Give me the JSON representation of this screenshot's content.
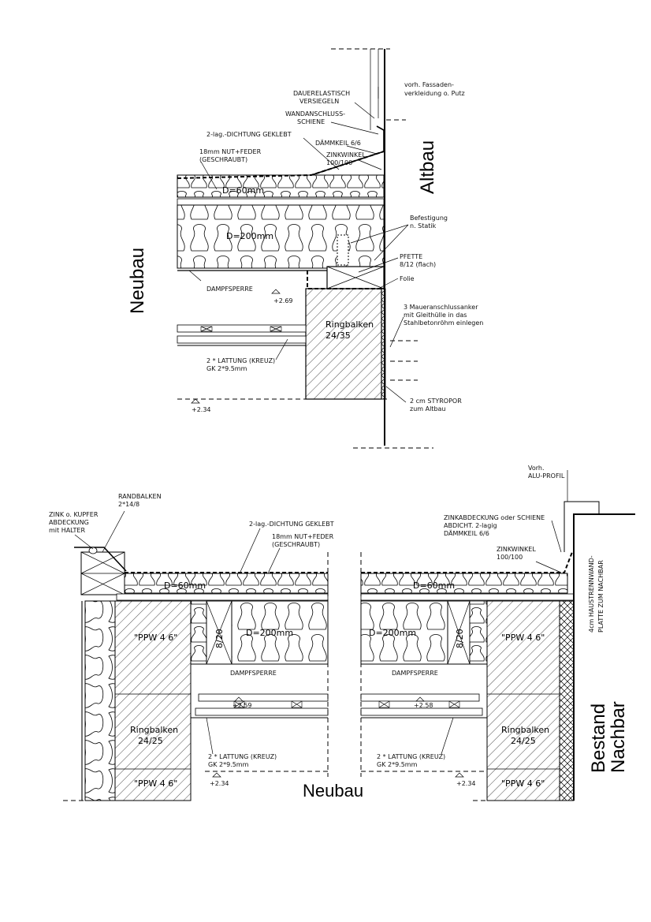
{
  "top_detail": {
    "side_labels": {
      "left": "Neubau",
      "right": "Altbau"
    },
    "labels": {
      "fassade": "vorh. Fassaden-",
      "fassade2": "verkleidung o. Putz",
      "dauer1": "DAUERELASTISCH",
      "dauer2": "VERSIEGELN",
      "wand1": "WANDANSCHLUSS-",
      "wand2": "SCHIENE",
      "dichtung": "2-lag.-DICHTUNG GEKLEBT",
      "daemmkeil": "DÄMMKEIL 6/6",
      "nut1": "18mm NUT+FEDER",
      "nut2": "(GESCHRAUBT)",
      "zink1": "ZINKWINKEL",
      "zink2": "100/100",
      "d60": "D=60mm",
      "d200": "D=200mm",
      "befest1": "Befestigung",
      "befest2": "n. Statik",
      "pfette1": "PFETTE",
      "pfette2": "8/12 (flach)",
      "folie": "Folie",
      "dampf": "DAMPFSPERRE",
      "lvl269": "+2.69",
      "anker1": "3 Maueranschlussanker",
      "anker2": "mit Gleithülle in das",
      "anker3": "Stahlbetonröhm einlegen",
      "ring1": "Ringbalken",
      "ring2": "24/35",
      "latt1": "2 * LATTUNG (KREUZ)",
      "latt2": "GK 2*9.5mm",
      "sty1": "2 cm STYROPOR",
      "sty2": "zum Altbau",
      "lvl234": "+2.34"
    }
  },
  "bottom_detail": {
    "side_labels": {
      "center": "Neubau",
      "right1": "Bestand",
      "right2": "Nachbar"
    },
    "labels": {
      "rand1": "RANDBALKEN",
      "rand2": "2*14/8",
      "zinkk1": "ZINK o. KUPFER",
      "zinkk2": "ABDECKUNG",
      "zinkk3": "mit HALTER",
      "dichtung": "2-lag.-DICHTUNG GEKLEBT",
      "nut1": "18mm NUT+FEDER",
      "nut2": "(GESCHRAUBT)",
      "vorh1": "Vorh.",
      "vorh2": "ALU-PROFIL",
      "zabd1": "ZINKABDECKUNG oder SCHIENE",
      "zabd2": "ABDICHT. 2-lagig",
      "zabd3": "DÄMMKEIL 6/6",
      "zw1": "ZINKWINKEL",
      "zw2": "100/100",
      "d60": "D=60mm",
      "d200": "D=200mm",
      "ppw": "\"PPW 4 6\"",
      "b820": "8/20",
      "dampf": "DAMPFSPERRE",
      "lvl259": "+2.59",
      "lvl258": "+2.58",
      "ring1": "Ringbalken",
      "ring2": "24/25",
      "latt1": "2 * LATTUNG (KREUZ)",
      "latt2": "GK 2*9.5mm",
      "lvl234": "+2.34",
      "haus1": "4cm HAUSTRENNWAND-",
      "haus2": "PLATTE ZUM NACHBAR"
    }
  }
}
